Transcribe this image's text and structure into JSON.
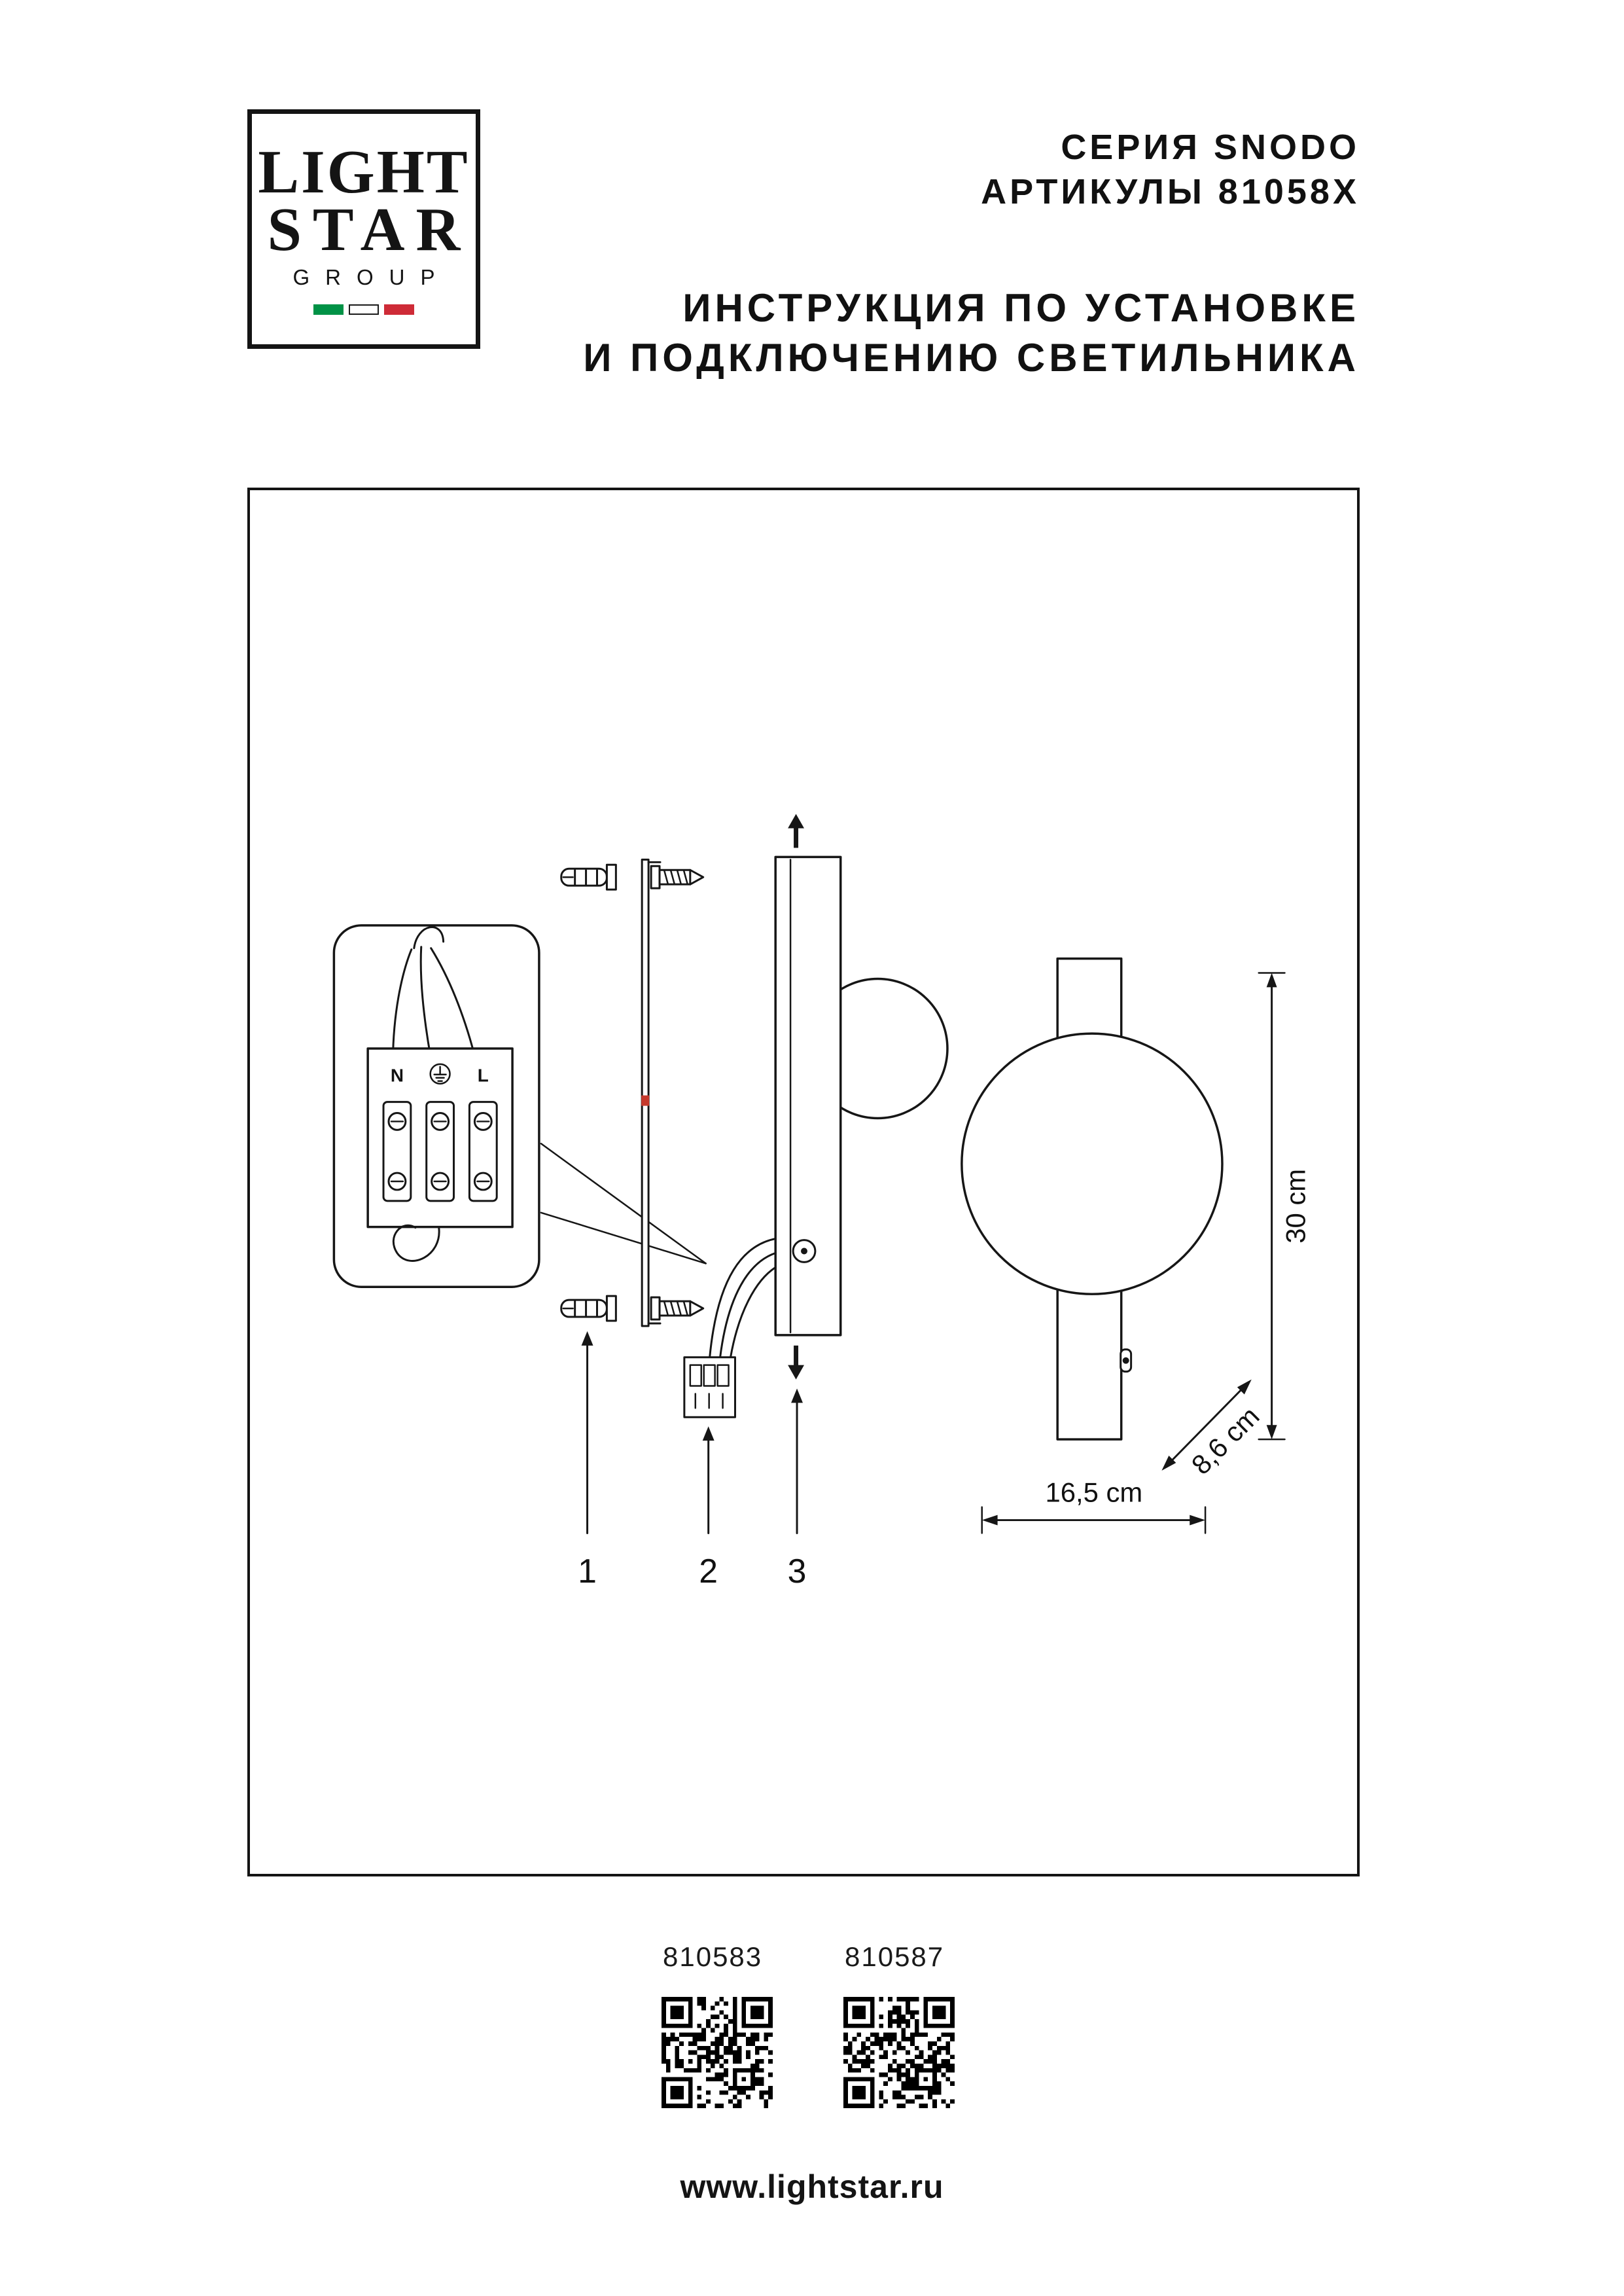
{
  "logo": {
    "line1": "LIGHT",
    "line2": "STAR",
    "line3": "GROUP",
    "flag_colors": [
      "#009246",
      "#ffffff",
      "#ce2b37"
    ]
  },
  "header": {
    "series": "СЕРИЯ SNODO",
    "articles": "АРТИКУЛЫ 81058X",
    "instruction_line1": "ИНСТРУКЦИЯ ПО УСТАНОВКЕ",
    "instruction_line2": "И ПОДКЛЮЧЕНИЮ СВЕТИЛЬНИКА"
  },
  "diagram": {
    "terminal_labels": {
      "n": "N",
      "l": "L"
    },
    "step_labels": [
      "1",
      "2",
      "3"
    ],
    "dimensions": {
      "height": "30 cm",
      "width": "16,5 cm",
      "depth": "8,6 cm"
    },
    "strip_mark_color": "#c6392c",
    "line_color": "#161616"
  },
  "footer": {
    "codes": [
      {
        "label": "810583"
      },
      {
        "label": "810587"
      }
    ],
    "website": "www.lightstar.ru"
  }
}
